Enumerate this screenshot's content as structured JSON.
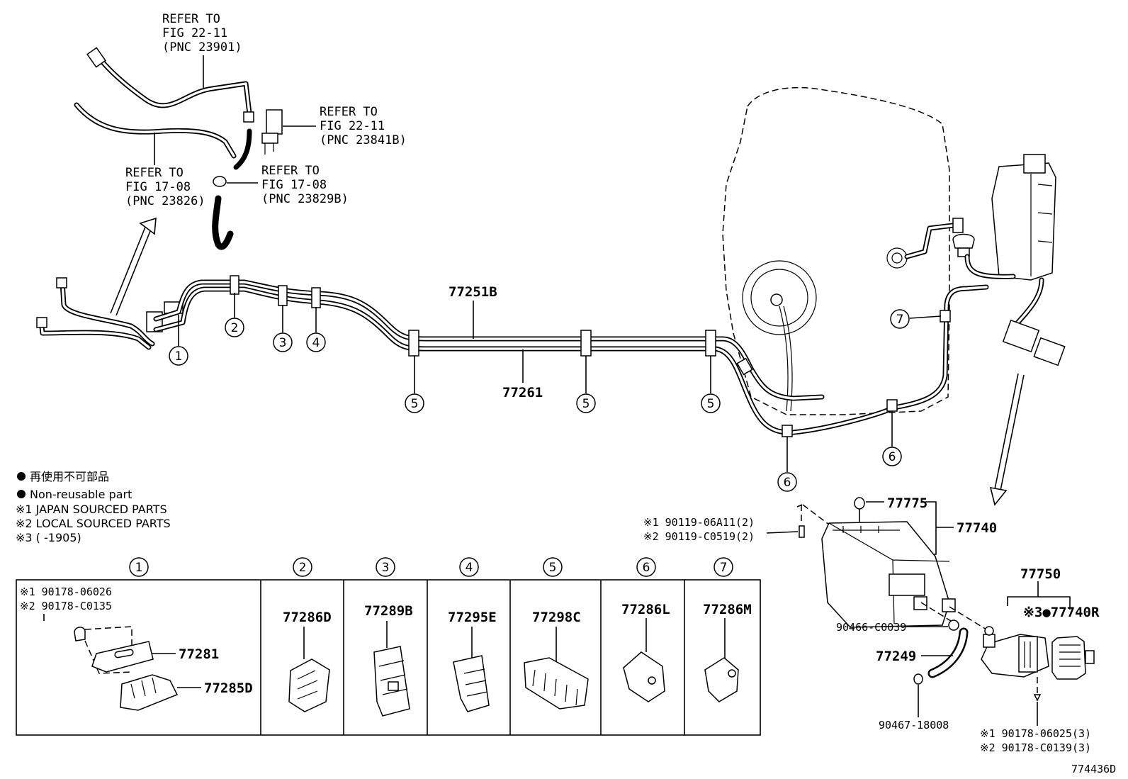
{
  "refs": {
    "r1": {
      "l1": "REFER TO",
      "l2": "FIG 22-11",
      "l3": "(PNC 23901)"
    },
    "r2": {
      "l1": "REFER TO",
      "l2": "FIG 22-11",
      "l3": "(PNC 23841B)"
    },
    "r3": {
      "l1": "REFER TO",
      "l2": "FIG 17-08",
      "l3": "(PNC 23826)"
    },
    "r4": {
      "l1": "REFER TO",
      "l2": "FIG 17-08",
      "l3": "(PNC 23829B)"
    }
  },
  "pipes": {
    "upper": "77251B",
    "lower": "77261"
  },
  "clips": {
    "c1": "1",
    "c2": "2",
    "c3": "3",
    "c4": "4",
    "c5": "5",
    "c6": "6",
    "c7": "7"
  },
  "legend": {
    "line1": "再使用不可部品",
    "line2": "Non-reusable part",
    "line3": "※1  JAPAN SOURCED PARTS",
    "line4": "※2  LOCAL SOURCED PARTS",
    "line5": "※3 (       -1905)"
  },
  "table": {
    "col1": {
      "n1": "※1 90178-06026",
      "n2": "※2 90178-C0135",
      "a": "77281",
      "b": "77285D"
    },
    "col2": "77286D",
    "col3": "77289B",
    "col4": "77295E",
    "col5": "77298C",
    "col6": "77286L",
    "col7": "77286M"
  },
  "canister": {
    "p77775": "77775",
    "p77740": "77740",
    "bolt1": "※1 90119-06A11(2)",
    "bolt2": "※2 90119-C0519(2)",
    "p90466": "90466-C0039",
    "p77249": "77249",
    "p90467": "90467-18008",
    "p77750": "77750",
    "p77740r": "※3●77740R",
    "screw1": "※1 90178-06025(3)",
    "screw2": "※2 90178-C0139(3)"
  },
  "figure_id": "774436D"
}
